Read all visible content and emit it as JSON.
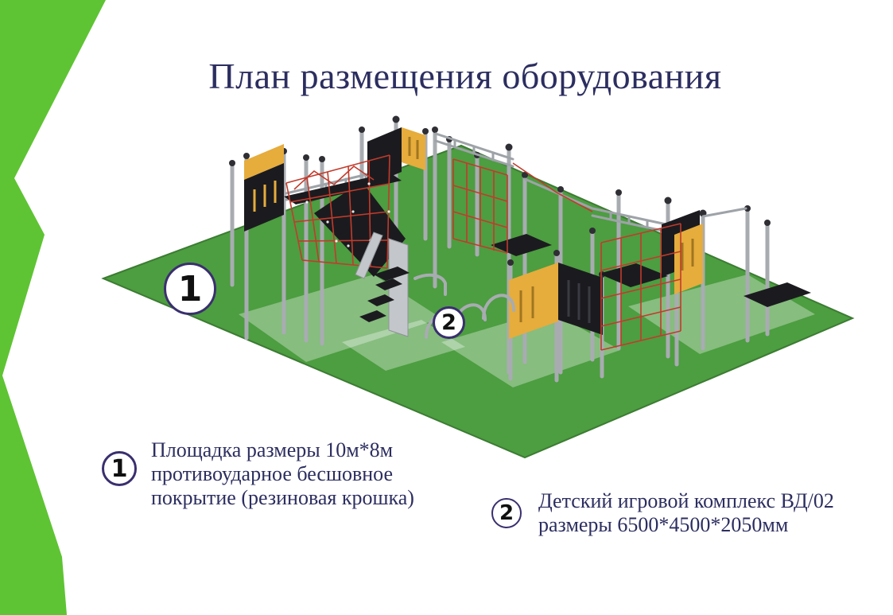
{
  "slide": {
    "title": "План размещения оборудования"
  },
  "plan_markers": [
    {
      "label": "1"
    },
    {
      "label": "2"
    }
  ],
  "legend": [
    {
      "number": "1",
      "lines": [
        "Площадка размеры 10м*8м",
        "противоударное бесшовное",
        "покрытие (резиновая крошка)"
      ]
    },
    {
      "number": "2",
      "lines": [
        "Детский игровой комплекс ВД/02",
        "размеры 6500*4500*2050мм"
      ]
    }
  ],
  "colors": {
    "sidebar_green": "#5ec433",
    "field_green": "#4d9d41",
    "field_edge_green": "#3c7c33",
    "text_navy": "#2c2e60",
    "badge_ring_purple": "#3a2f6e",
    "equipment_yellow": "#e6ac3c",
    "equipment_black": "#1b1b1f",
    "pole_gray": "#a8acb1",
    "net_red": "#c23b2c"
  }
}
